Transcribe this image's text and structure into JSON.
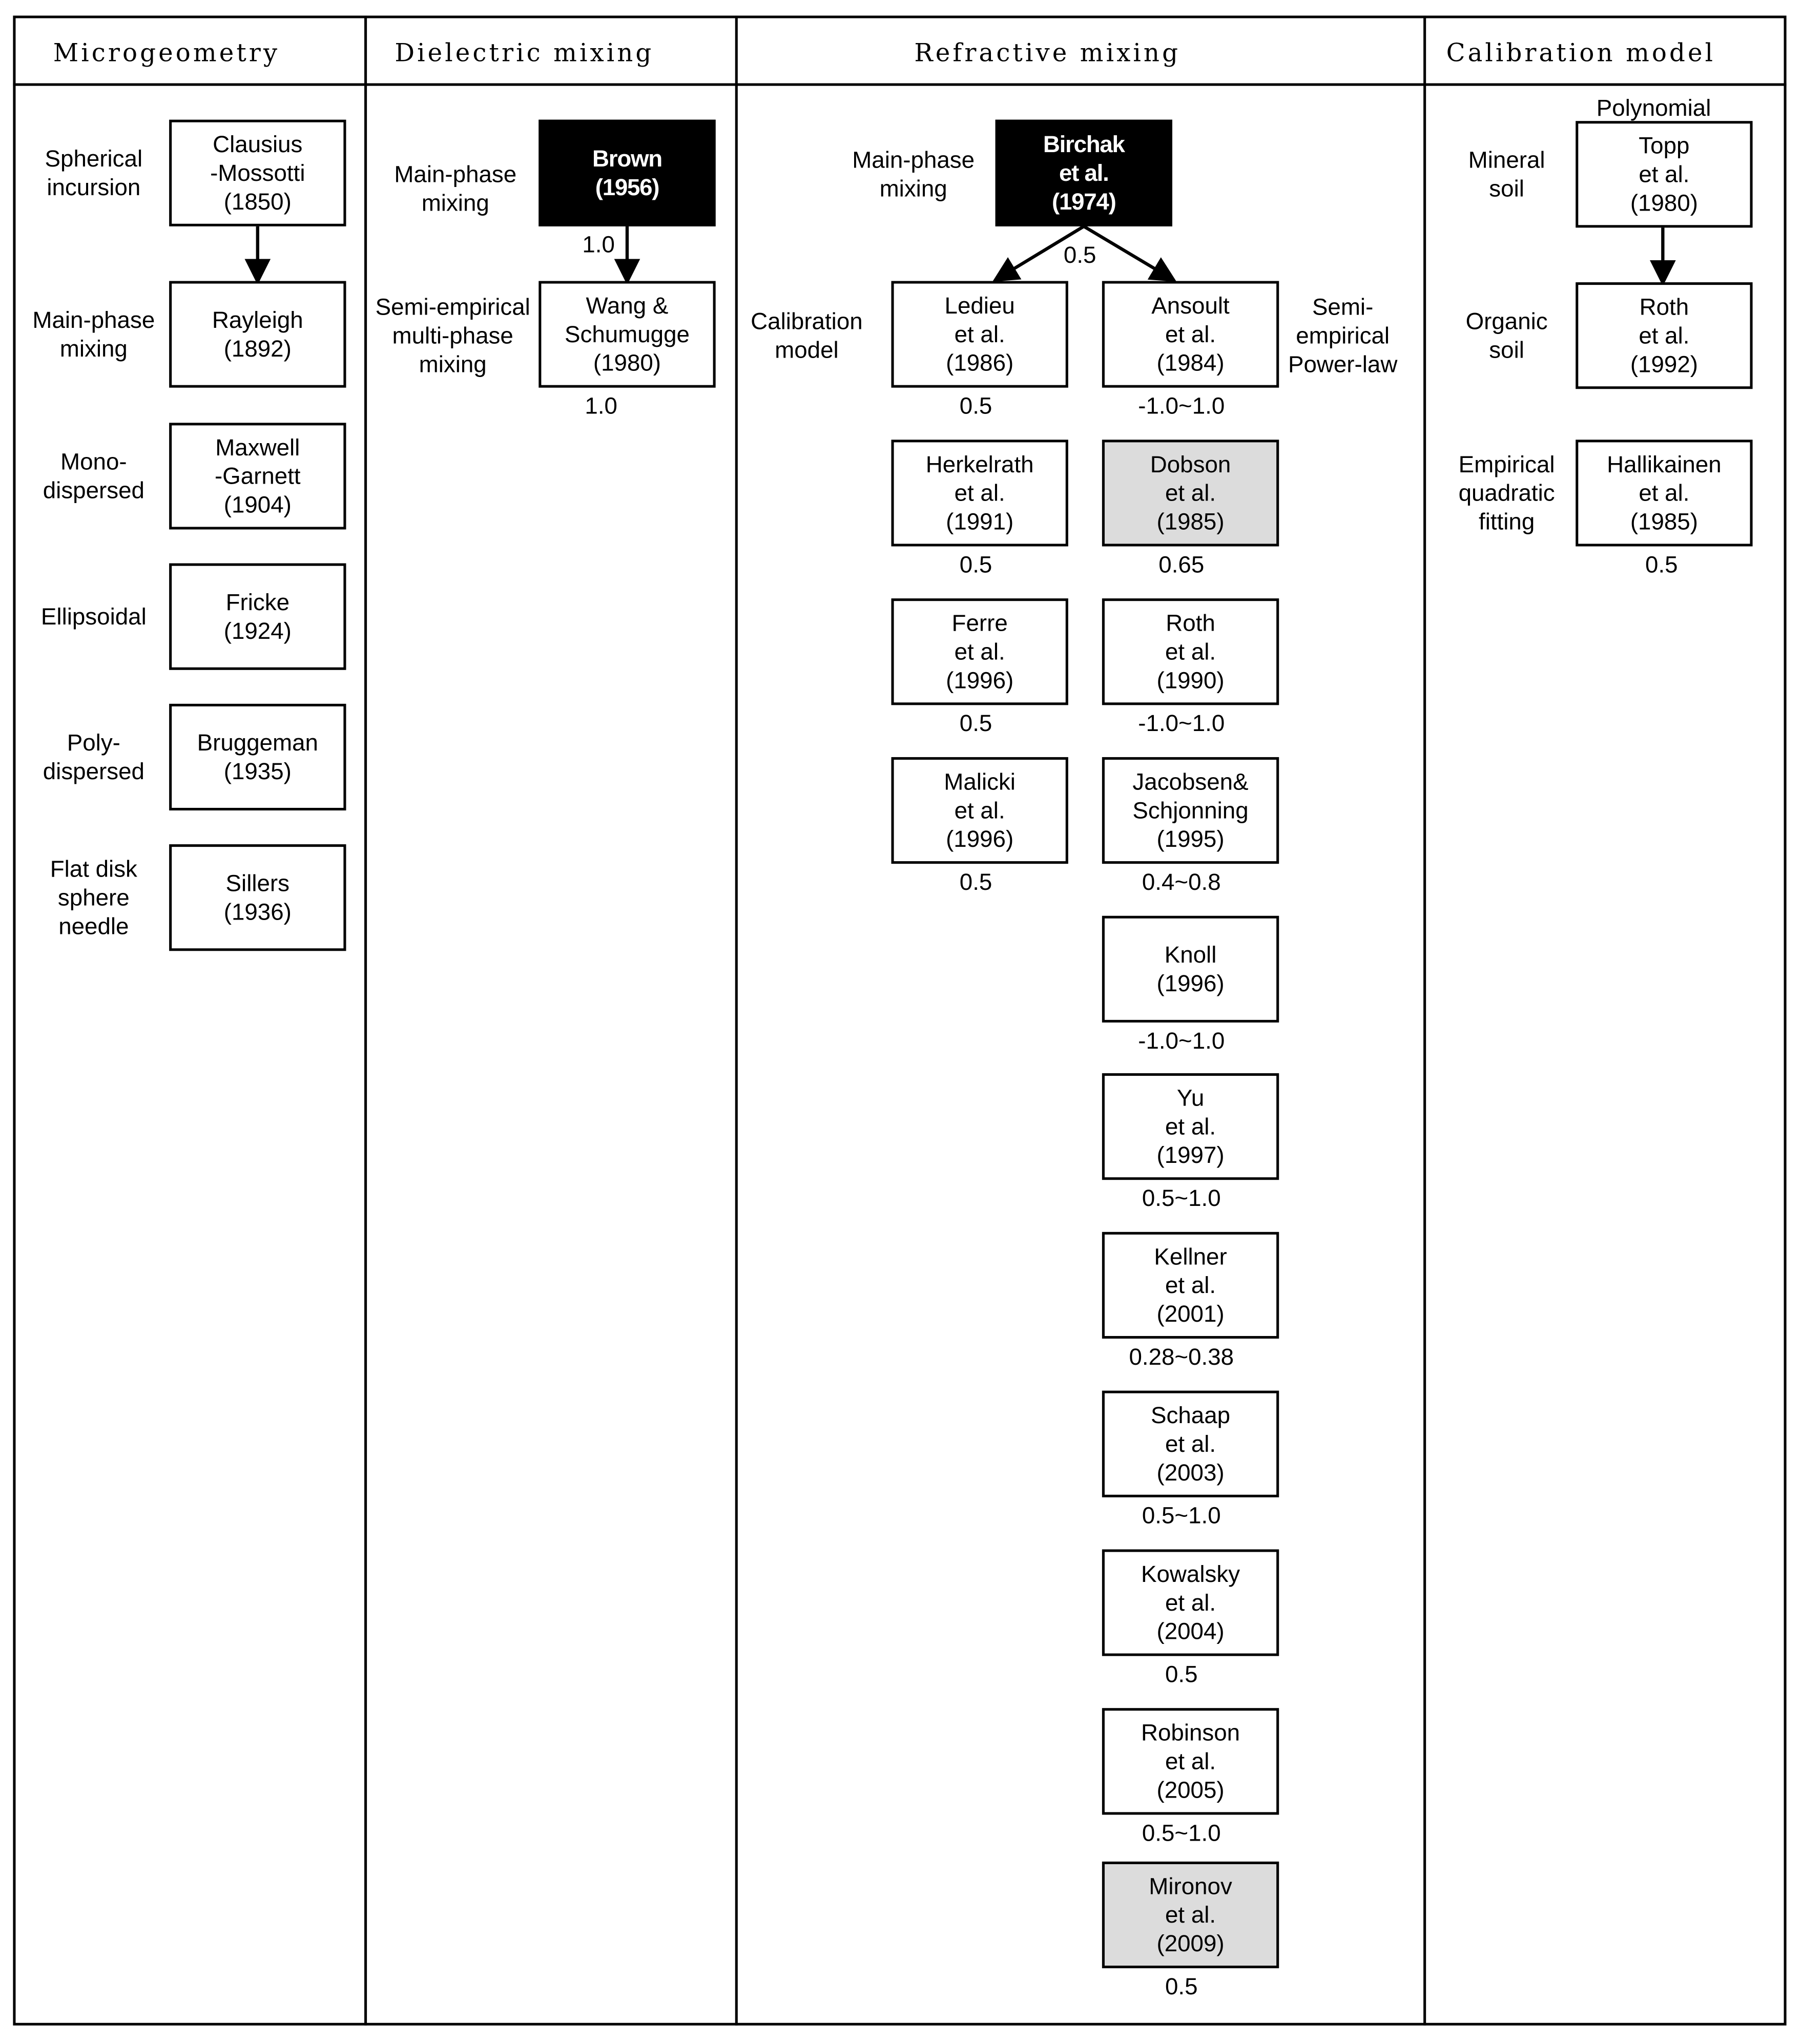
{
  "headers": [
    "Microgeometry",
    "Dielectric mixing",
    "Refractive mixing",
    "Calibration model"
  ],
  "microgeometry": [
    {
      "label": "Spherical\nincursion",
      "box": "Clausius\n-Mossotti\n(1850)"
    },
    {
      "label": "Main-phase\nmixing",
      "box": "Rayleigh\n(1892)"
    },
    {
      "label": "Mono-\ndispersed",
      "box": "Maxwell\n-Garnett\n(1904)"
    },
    {
      "label": "Ellipsoidal",
      "box": "Fricke\n(1924)"
    },
    {
      "label": "Poly-\ndispersed",
      "box": "Bruggeman\n(1935)"
    },
    {
      "label": "Flat disk\nsphere\nneedle",
      "box": "Sillers\n(1936)"
    }
  ],
  "dielectric": {
    "main_label": "Main-phase\nmixing",
    "main_box": "Brown\n(1956)",
    "main_value": "1.0",
    "semi_label": "Semi-empirical\nmulti-phase\nmixing",
    "semi_box": "Wang &\nSchumugge\n(1980)",
    "semi_value": "1.0"
  },
  "refractive": {
    "main_label": "Main-phase\nmixing",
    "main_box": "Birchak\net al.\n(1974)",
    "main_value": "0.5",
    "calibration_label": "Calibration\nmodel",
    "semi_label": "Semi-\nempirical\nPower-law",
    "calibration_models": [
      {
        "box": "Ledieu\net al.\n(1986)",
        "value": "0.5"
      },
      {
        "box": "Herkelrath\net al.\n(1991)",
        "value": "0.5"
      },
      {
        "box": "Ferre\net al.\n(1996)",
        "value": "0.5"
      },
      {
        "box": "Malicki\net al.\n(1996)",
        "value": "0.5"
      }
    ],
    "power_law_models": [
      {
        "box": "Ansoult\net al.\n(1984)",
        "value": "-1.0~1.0",
        "shade": "white"
      },
      {
        "box": "Dobson\net al.\n(1985)",
        "value": "0.65",
        "shade": "gray"
      },
      {
        "box": "Roth\net al.\n(1990)",
        "value": "-1.0~1.0",
        "shade": "white"
      },
      {
        "box": "Jacobsen&\nSchjonning\n(1995)",
        "value": "0.4~0.8",
        "shade": "white"
      },
      {
        "box": "Knoll\n(1996)",
        "value": "-1.0~1.0",
        "shade": "white"
      },
      {
        "box": "Yu\net al.\n(1997)",
        "value": "0.5~1.0",
        "shade": "white"
      },
      {
        "box": "Kellner\net al.\n(2001)",
        "value": "0.28~0.38",
        "shade": "white"
      },
      {
        "box": "Schaap\net al.\n(2003)",
        "value": "0.5~1.0",
        "shade": "white"
      },
      {
        "box": "Kowalsky\net al.\n(2004)",
        "value": "0.5",
        "shade": "white"
      },
      {
        "box": "Robinson\net al.\n(2005)",
        "value": "0.5~1.0",
        "shade": "white"
      },
      {
        "box": "Mironov\net al.\n(2009)",
        "value": "0.5",
        "shade": "gray"
      }
    ]
  },
  "calibration": {
    "polynomial_label": "Polynomial",
    "items": [
      {
        "label": "Mineral\nsoil",
        "box": "Topp\net al.\n(1980)"
      },
      {
        "label": "Organic\nsoil",
        "box": "Roth\net al.\n(1992)"
      },
      {
        "label": "Empirical\nquadratic\nfitting",
        "box": "Hallikainen\net al.\n(1985)",
        "value": "0.5"
      }
    ]
  },
  "colors": {
    "highlight_box": "#000000",
    "shaded_box": "#dcdcdc"
  }
}
